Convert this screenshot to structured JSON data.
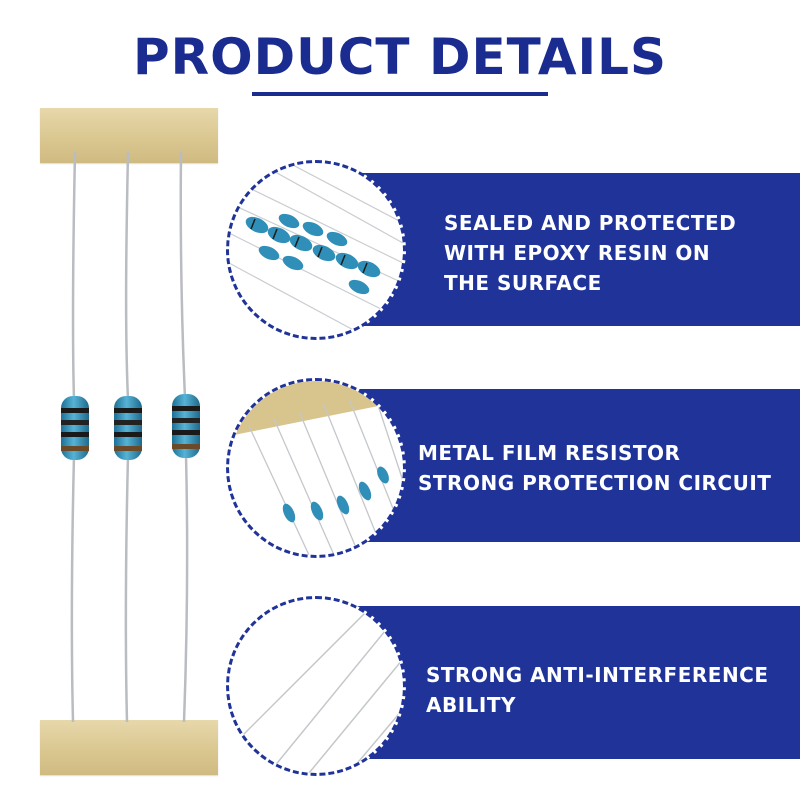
{
  "header": {
    "title": "PRODUCT DETAILS"
  },
  "features": [
    {
      "lines": [
        "SEALED AND PROTECTED",
        "WITH EPOXY RESIN ON",
        "THE SURFACE"
      ],
      "icon": "resistor-cluster-closeup"
    },
    {
      "lines": [
        "METAL FILM RESISTOR",
        "STRONG PROTECTION CIRCUIT"
      ],
      "icon": "resistor-tape-row-closeup"
    },
    {
      "lines": [
        "STRONG ANTI-INTERFERENCE",
        "ABILITY"
      ],
      "icon": "resistor-leads-closeup"
    }
  ],
  "colors": {
    "brand_blue": "#1a2c8f",
    "strip_blue": "#1f3399",
    "resistor_body": "#2f8fb8",
    "tape": "#dccb94"
  }
}
